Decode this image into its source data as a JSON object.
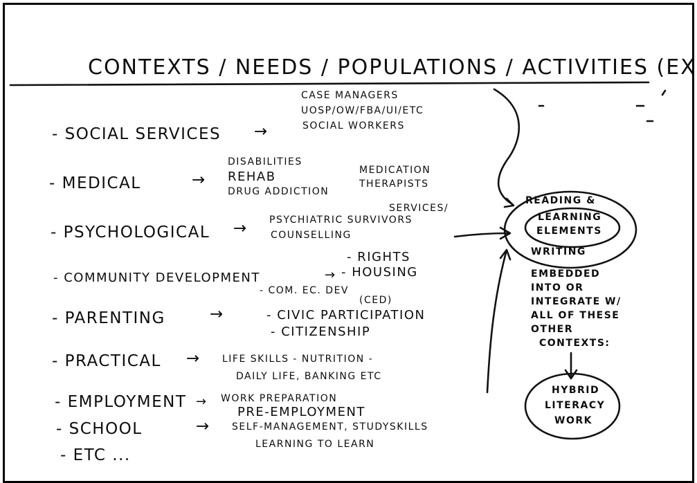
{
  "title": "CONTEXTS / NEEDS / POPULATIONS / ACTIVITIES (EXAMPLES",
  "contexts": [
    {
      "label": "- SOCIAL SERVICES",
      "arrow": "→",
      "targets": [
        "CASE MANAGERS",
        "UOSP/OW/FBA/UI/ETC",
        "SOCIAL WORKERS"
      ]
    },
    {
      "label": "- MEDICAL",
      "arrow": "→",
      "targets": [
        "DISABILITIES",
        "REHAB",
        "DRUG ADDICTION",
        "MEDICATION",
        "THERAPISTS"
      ]
    },
    {
      "label": "- PSYCHOLOGICAL",
      "arrow": "→",
      "targets": [
        "PSYCHIATRIC SURVIVORS",
        "SERVICES/",
        "COUNSELLING"
      ]
    },
    {
      "label": "- COMMUNITY DEVELOPMENT",
      "arrow": "→",
      "targets": [
        "- RIGHTS",
        "- HOUSING",
        "- COM. EC. DEV",
        "(CED)"
      ]
    },
    {
      "label": "- PARENTING",
      "arrow": "→",
      "targets": [
        "- CIVIC PARTICIPATION",
        "- CITIZENSHIP"
      ]
    },
    {
      "label": "- PRACTICAL",
      "arrow": "→",
      "targets": [
        "LIFE SKILLS - NUTRITION -",
        "DAILY LIFE, BANKING ETC"
      ]
    },
    {
      "label": "- EMPLOYMENT",
      "arrow": "→",
      "targets": [
        "WORK PREPARATION",
        "PRE-EMPLOYMENT"
      ]
    },
    {
      "label": "- SCHOOL",
      "arrow": "→",
      "targets": [
        "SELF-MANAGEMENT, STUDYSKILLS",
        "LEARNING TO LEARN"
      ]
    },
    {
      "label": "- ETC ...",
      "arrow": "",
      "targets": []
    }
  ],
  "center": {
    "outer_top": "READING &",
    "inner": [
      "LEARNING",
      "ELEMENTS"
    ],
    "outer_bottom": "WRITING"
  },
  "embed_note": [
    "EMBEDDED",
    "INTO OR",
    "INTEGRATE W/",
    "ALL OF THESE",
    "OTHER",
    "CONTEXTS:"
  ],
  "result": [
    "HYBRID",
    "LITERACY",
    "WORK"
  ]
}
